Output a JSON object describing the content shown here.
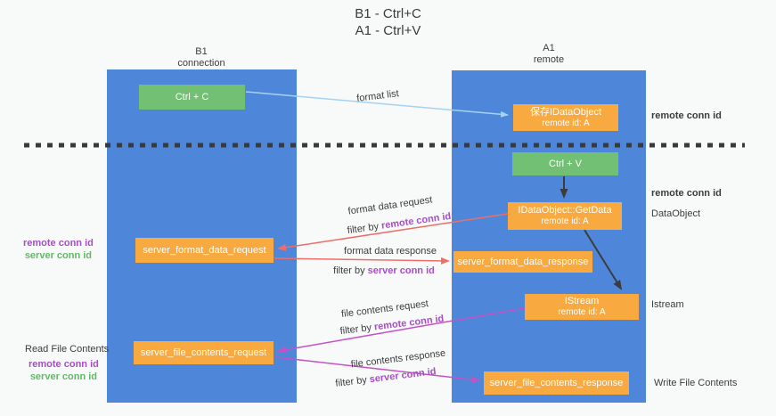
{
  "title": {
    "line1": "B1 - Ctrl+C",
    "line2": "A1 - Ctrl+V"
  },
  "columns": {
    "left": {
      "name": "B1",
      "role": "connection"
    },
    "right": {
      "name": "A1",
      "role": "remote"
    }
  },
  "nodes": {
    "ctrl_c": {
      "label": "Ctrl + C"
    },
    "ctrl_v": {
      "label": "Ctrl + V"
    },
    "save_dataobject": {
      "line1": "保存IDataObject",
      "line2": "remote id: A"
    },
    "getdata": {
      "line1": "IDataObject::GetData",
      "line2": "remote id: A"
    },
    "istream": {
      "line1": "IStream",
      "line2": "remote id: A"
    },
    "format_request": {
      "label": "server_format_data_request"
    },
    "format_response": {
      "label": "server_format_data_response"
    },
    "file_request": {
      "label": "server_file_contents_request"
    },
    "file_response": {
      "label": "server_file_contents_response"
    }
  },
  "edge_labels": {
    "format_list": "format list",
    "format_data_request": "format data request",
    "format_data_response": "format data response",
    "file_contents_request": "file contents request",
    "file_contents_response": "file contents response",
    "filter_by": "filter by ",
    "remote_conn_id": "remote conn id",
    "server_conn_id": "server conn id"
  },
  "annotations": {
    "right_remote_conn_id_1": "remote conn id",
    "right_remote_conn_id_2": "remote conn id",
    "dataobject": "DataObject",
    "istream": "Istream",
    "write_file_contents": "Write File Contents",
    "left_remote_conn_id_1": "remote conn id",
    "left_server_conn_id_1": "server conn id",
    "read_file_contents": "Read File Contents",
    "left_remote_conn_id_2": "remote conn id",
    "left_server_conn_id_2": "server conn id"
  },
  "colors": {
    "bg": "#f8f9f9",
    "ink": "#3c3c3c",
    "blue": "#4e87d9",
    "green": "#72c073",
    "orange": "#f8a93f",
    "salmon": "#ed6e68",
    "magenta": "#c552c5",
    "lightblue": "#a5d2f3",
    "purple": "#a64ec5",
    "greentext": "#62b966",
    "dash": "#3a3a3a"
  }
}
